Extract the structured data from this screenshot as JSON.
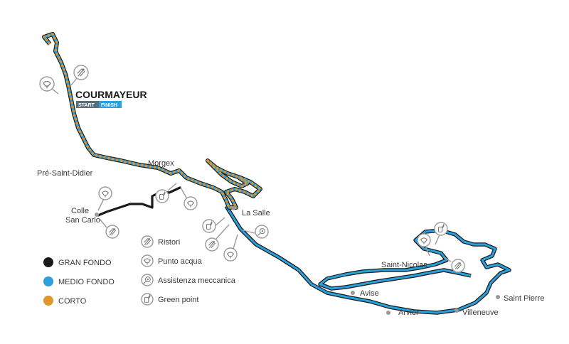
{
  "start_town": "COURMAYEUR",
  "badge_start": "START",
  "badge_finish": "FINISH",
  "towns": {
    "pre_saint_didier": "Pré-Saint-Didier",
    "morgex": "Morgex",
    "colle_line1": "Colle",
    "colle_line2": "San Carlo",
    "la_salle": "La Salle",
    "saint_nicolas": "Saint-Nicolas",
    "avise": "Avise",
    "arvier": "Arvier",
    "villeneuve": "Villeneuve",
    "saint_pierre": "Saint Pierre"
  },
  "route_legend": [
    {
      "label": "GRAN FONDO",
      "color": "#1a1a1a"
    },
    {
      "label": "MEDIO FONDO",
      "color": "#2aa0dc"
    },
    {
      "label": "CORTO",
      "color": "#e0962a"
    }
  ],
  "poi_legend": [
    {
      "label": "Ristori",
      "icon": "ristori-icon"
    },
    {
      "label": "Punto acqua",
      "icon": "water-point-icon"
    },
    {
      "label": "Assistenza meccanica",
      "icon": "mechanic-icon"
    },
    {
      "label": "Green point",
      "icon": "green-point-icon"
    }
  ],
  "colors": {
    "gran_fondo": "#1a1a1a",
    "medio_fondo": "#2aa0dc",
    "corto": "#e0962a",
    "badge_start": "#5a6e7c",
    "badge_finish": "#2aa0dc"
  }
}
